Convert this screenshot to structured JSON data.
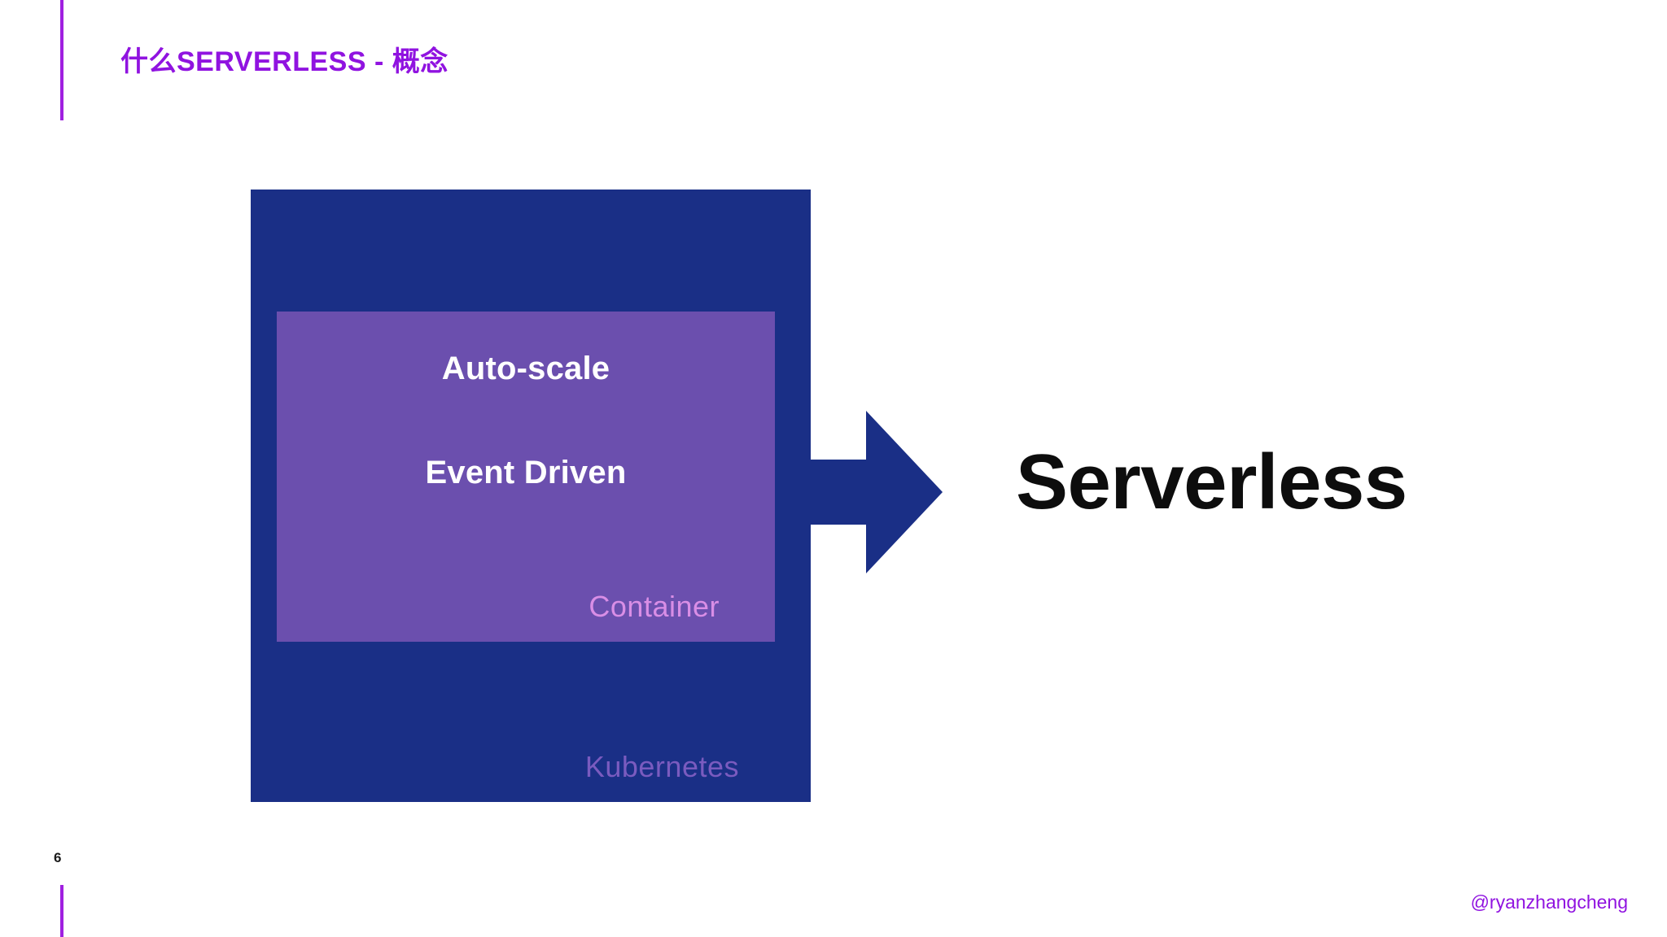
{
  "slide": {
    "title": "什么SERVERLESS - 概念",
    "page_number": "6",
    "handle": "@ryanzhangcheng",
    "accent_color": "#9013e0",
    "background_color": "#ffffff"
  },
  "diagram": {
    "outer_box": {
      "label": "Kubernetes",
      "fill_color": "#1a2f86",
      "label_color": "#7a5bbf"
    },
    "inner_box": {
      "label": "Container",
      "fill_color": "#6b4fae",
      "label_color": "#d98ee6",
      "features": [
        {
          "text": "Auto-scale"
        },
        {
          "text": "Event Driven"
        }
      ]
    },
    "arrow": {
      "icon": "right-block-arrow-icon",
      "color": "#1a2f86"
    },
    "result": {
      "text": "Serverless",
      "color": "#0d0d0d"
    }
  }
}
